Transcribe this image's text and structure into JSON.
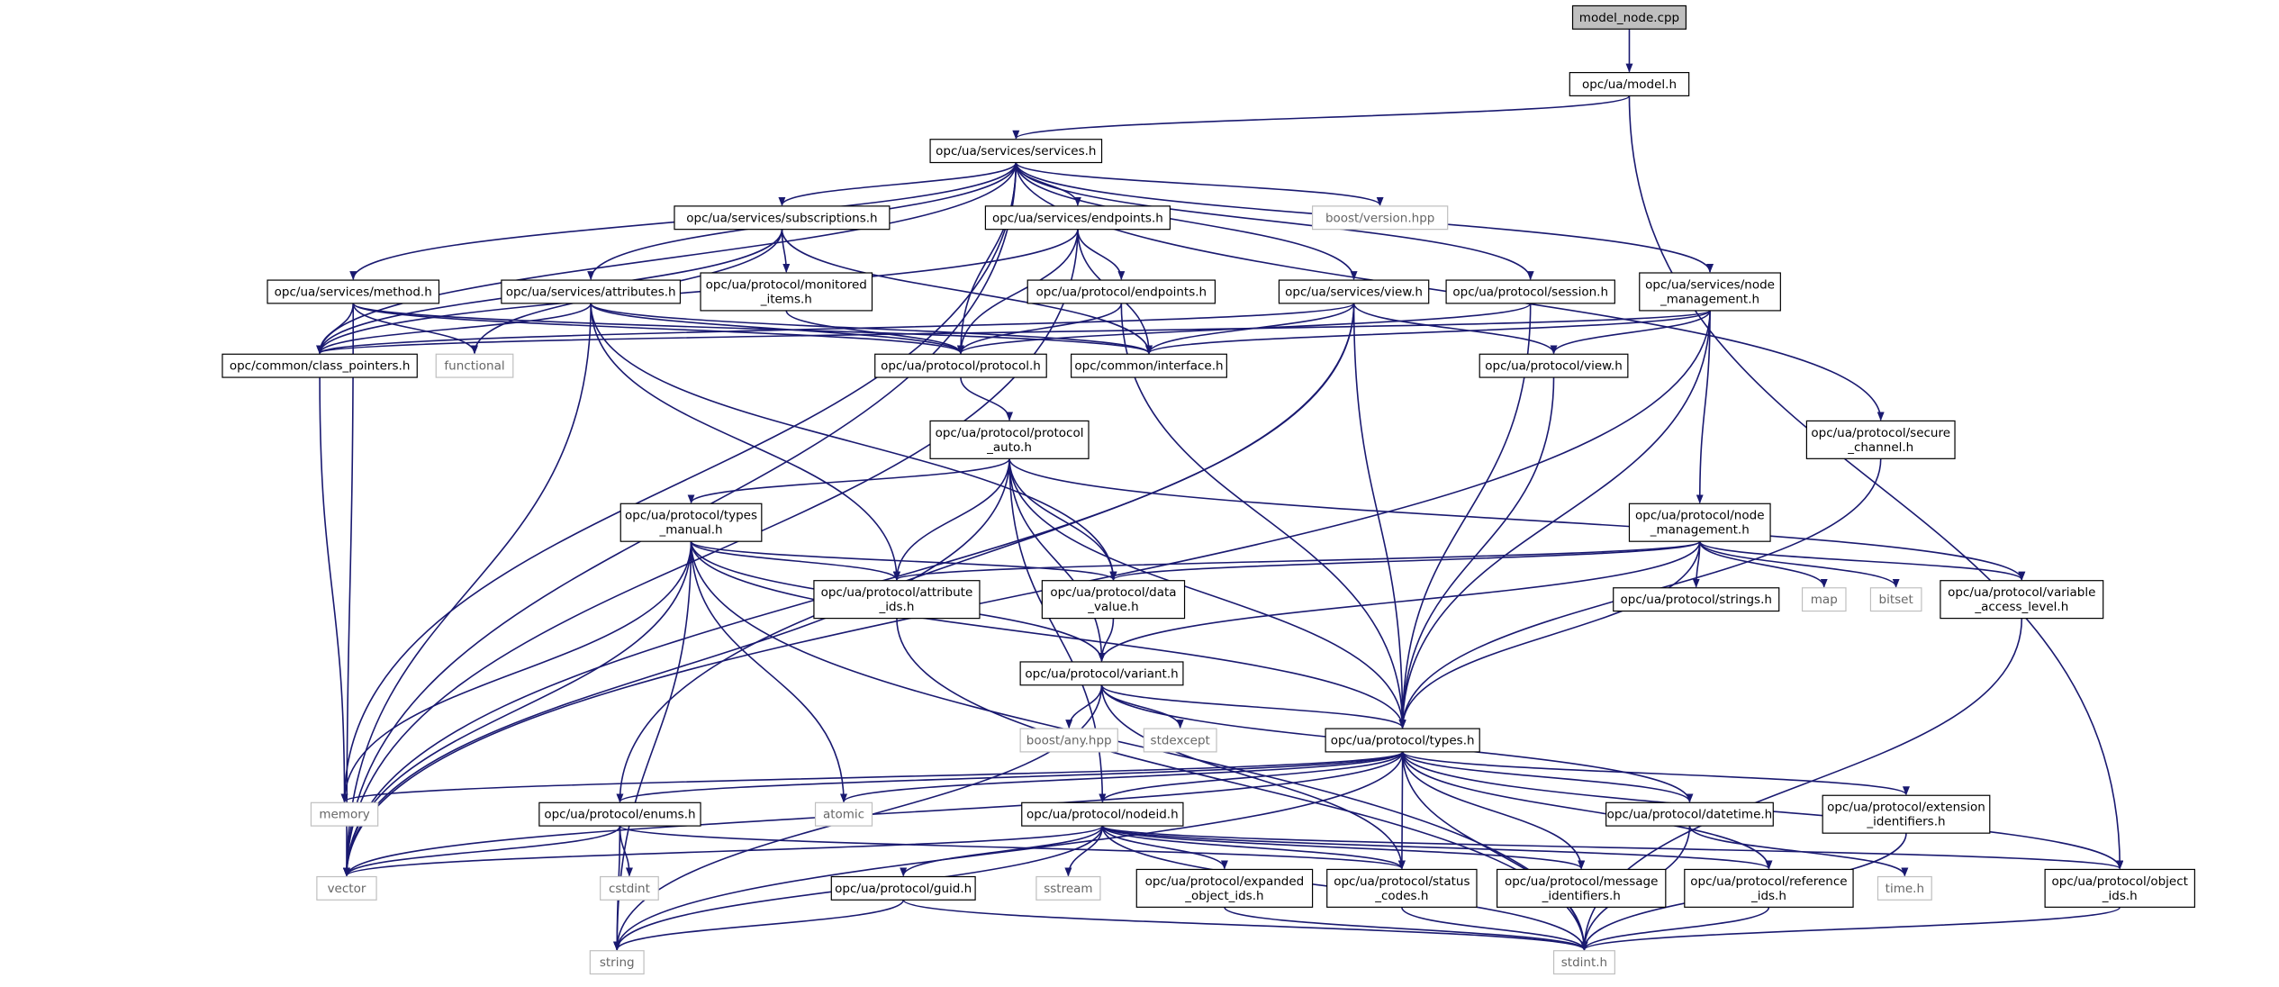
{
  "graph": {
    "root": "model_node.cpp",
    "colors": {
      "edge": "#191970",
      "node_border": "#000000",
      "root_fill": "#bfbfbf",
      "system_border": "#bfbfbf",
      "system_text": "#666666",
      "background": "#ffffff"
    },
    "nodes": [
      {
        "id": "model_node_cpp",
        "lines": [
          "model_node.cpp"
        ],
        "kind": "root"
      },
      {
        "id": "model_h",
        "lines": [
          "opc/ua/model.h"
        ],
        "kind": "header"
      },
      {
        "id": "services_h",
        "lines": [
          "opc/ua/services/services.h"
        ],
        "kind": "header"
      },
      {
        "id": "subscriptions_h",
        "lines": [
          "opc/ua/services/subscriptions.h"
        ],
        "kind": "header"
      },
      {
        "id": "endpoints_svc_h",
        "lines": [
          "opc/ua/services/endpoints.h"
        ],
        "kind": "header"
      },
      {
        "id": "boost_version",
        "lines": [
          "boost/version.hpp"
        ],
        "kind": "system"
      },
      {
        "id": "method_h",
        "lines": [
          "opc/ua/services/method.h"
        ],
        "kind": "header"
      },
      {
        "id": "attributes_svc_h",
        "lines": [
          "opc/ua/services/attributes.h"
        ],
        "kind": "header"
      },
      {
        "id": "monitored_items_h",
        "lines": [
          "opc/ua/protocol/monitored",
          "_items.h"
        ],
        "kind": "header"
      },
      {
        "id": "endpoints_proto_h",
        "lines": [
          "opc/ua/protocol/endpoints.h"
        ],
        "kind": "header"
      },
      {
        "id": "view_svc_h",
        "lines": [
          "opc/ua/services/view.h"
        ],
        "kind": "header"
      },
      {
        "id": "session_h",
        "lines": [
          "opc/ua/protocol/session.h"
        ],
        "kind": "header"
      },
      {
        "id": "node_mgmt_svc_h",
        "lines": [
          "opc/ua/services/node",
          "_management.h"
        ],
        "kind": "header"
      },
      {
        "id": "class_pointers_h",
        "lines": [
          "opc/common/class_pointers.h"
        ],
        "kind": "header"
      },
      {
        "id": "functional",
        "lines": [
          "functional"
        ],
        "kind": "system"
      },
      {
        "id": "protocol_h",
        "lines": [
          "opc/ua/protocol/protocol.h"
        ],
        "kind": "header"
      },
      {
        "id": "interface_h",
        "lines": [
          "opc/common/interface.h"
        ],
        "kind": "header"
      },
      {
        "id": "view_proto_h",
        "lines": [
          "opc/ua/protocol/view.h"
        ],
        "kind": "header"
      },
      {
        "id": "secure_channel_h",
        "lines": [
          "opc/ua/protocol/secure",
          "_channel.h"
        ],
        "kind": "header"
      },
      {
        "id": "protocol_auto_h",
        "lines": [
          "opc/ua/protocol/protocol",
          "_auto.h"
        ],
        "kind": "header"
      },
      {
        "id": "types_manual_h",
        "lines": [
          "opc/ua/protocol/types",
          "_manual.h"
        ],
        "kind": "header"
      },
      {
        "id": "node_mgmt_proto_h",
        "lines": [
          "opc/ua/protocol/node",
          "_management.h"
        ],
        "kind": "header"
      },
      {
        "id": "attribute_ids_h",
        "lines": [
          "opc/ua/protocol/attribute",
          "_ids.h"
        ],
        "kind": "header"
      },
      {
        "id": "data_value_h",
        "lines": [
          "opc/ua/protocol/data",
          "_value.h"
        ],
        "kind": "header"
      },
      {
        "id": "strings_h",
        "lines": [
          "opc/ua/protocol/strings.h"
        ],
        "kind": "header"
      },
      {
        "id": "map",
        "lines": [
          "map"
        ],
        "kind": "system"
      },
      {
        "id": "bitset",
        "lines": [
          "bitset"
        ],
        "kind": "system"
      },
      {
        "id": "variable_access_level_h",
        "lines": [
          "opc/ua/protocol/variable",
          "_access_level.h"
        ],
        "kind": "header"
      },
      {
        "id": "variant_h",
        "lines": [
          "opc/ua/protocol/variant.h"
        ],
        "kind": "header"
      },
      {
        "id": "boost_any",
        "lines": [
          "boost/any.hpp"
        ],
        "kind": "system"
      },
      {
        "id": "stdexcept",
        "lines": [
          "stdexcept"
        ],
        "kind": "system"
      },
      {
        "id": "types_h",
        "lines": [
          "opc/ua/protocol/types.h"
        ],
        "kind": "header"
      },
      {
        "id": "memory",
        "lines": [
          "memory"
        ],
        "kind": "system"
      },
      {
        "id": "enums_h",
        "lines": [
          "opc/ua/protocol/enums.h"
        ],
        "kind": "header"
      },
      {
        "id": "atomic",
        "lines": [
          "atomic"
        ],
        "kind": "system"
      },
      {
        "id": "nodeid_h",
        "lines": [
          "opc/ua/protocol/nodeid.h"
        ],
        "kind": "header"
      },
      {
        "id": "datetime_h",
        "lines": [
          "opc/ua/protocol/datetime.h"
        ],
        "kind": "header"
      },
      {
        "id": "extension_identifiers_h",
        "lines": [
          "opc/ua/protocol/extension",
          "_identifiers.h"
        ],
        "kind": "header"
      },
      {
        "id": "vector",
        "lines": [
          "vector"
        ],
        "kind": "system"
      },
      {
        "id": "cstdint",
        "lines": [
          "cstdint"
        ],
        "kind": "system"
      },
      {
        "id": "guid_h",
        "lines": [
          "opc/ua/protocol/guid.h"
        ],
        "kind": "header"
      },
      {
        "id": "sstream",
        "lines": [
          "sstream"
        ],
        "kind": "system"
      },
      {
        "id": "expanded_object_ids_h",
        "lines": [
          "opc/ua/protocol/expanded",
          "_object_ids.h"
        ],
        "kind": "header"
      },
      {
        "id": "status_codes_h",
        "lines": [
          "opc/ua/protocol/status",
          "_codes.h"
        ],
        "kind": "header"
      },
      {
        "id": "message_identifiers_h",
        "lines": [
          "opc/ua/protocol/message",
          "_identifiers.h"
        ],
        "kind": "header"
      },
      {
        "id": "reference_ids_h",
        "lines": [
          "opc/ua/protocol/reference",
          "_ids.h"
        ],
        "kind": "header"
      },
      {
        "id": "time_h",
        "lines": [
          "time.h"
        ],
        "kind": "system"
      },
      {
        "id": "object_ids_h",
        "lines": [
          "opc/ua/protocol/object",
          "_ids.h"
        ],
        "kind": "header"
      },
      {
        "id": "string",
        "lines": [
          "string"
        ],
        "kind": "system"
      },
      {
        "id": "stdint_h",
        "lines": [
          "stdint.h"
        ],
        "kind": "system"
      }
    ],
    "edges": [
      [
        "model_node_cpp",
        "model_h"
      ],
      [
        "model_h",
        "services_h"
      ],
      [
        "model_h",
        "object_ids_h"
      ],
      [
        "services_h",
        "subscriptions_h"
      ],
      [
        "services_h",
        "endpoints_svc_h"
      ],
      [
        "services_h",
        "boost_version"
      ],
      [
        "services_h",
        "method_h"
      ],
      [
        "services_h",
        "attributes_svc_h"
      ],
      [
        "services_h",
        "view_svc_h"
      ],
      [
        "services_h",
        "session_h"
      ],
      [
        "services_h",
        "node_mgmt_svc_h"
      ],
      [
        "services_h",
        "secure_channel_h"
      ],
      [
        "services_h",
        "class_pointers_h"
      ],
      [
        "services_h",
        "protocol_h"
      ],
      [
        "services_h",
        "memory"
      ],
      [
        "services_h",
        "vector"
      ],
      [
        "subscriptions_h",
        "monitored_items_h"
      ],
      [
        "subscriptions_h",
        "class_pointers_h"
      ],
      [
        "subscriptions_h",
        "functional"
      ],
      [
        "subscriptions_h",
        "interface_h"
      ],
      [
        "endpoints_svc_h",
        "endpoints_proto_h"
      ],
      [
        "endpoints_svc_h",
        "protocol_h"
      ],
      [
        "endpoints_svc_h",
        "interface_h"
      ],
      [
        "endpoints_svc_h",
        "class_pointers_h"
      ],
      [
        "endpoints_svc_h",
        "vector"
      ],
      [
        "method_h",
        "class_pointers_h"
      ],
      [
        "method_h",
        "functional"
      ],
      [
        "method_h",
        "protocol_h"
      ],
      [
        "method_h",
        "interface_h"
      ],
      [
        "method_h",
        "vector"
      ],
      [
        "attributes_svc_h",
        "class_pointers_h"
      ],
      [
        "attributes_svc_h",
        "protocol_h"
      ],
      [
        "attributes_svc_h",
        "interface_h"
      ],
      [
        "attributes_svc_h",
        "attribute_ids_h"
      ],
      [
        "attributes_svc_h",
        "data_value_h"
      ],
      [
        "attributes_svc_h",
        "vector"
      ],
      [
        "monitored_items_h",
        "protocol_h"
      ],
      [
        "endpoints_proto_h",
        "protocol_h"
      ],
      [
        "endpoints_proto_h",
        "types_h"
      ],
      [
        "view_svc_h",
        "class_pointers_h"
      ],
      [
        "view_svc_h",
        "interface_h"
      ],
      [
        "view_svc_h",
        "view_proto_h"
      ],
      [
        "view_svc_h",
        "types_h"
      ],
      [
        "view_svc_h",
        "enums_h"
      ],
      [
        "view_svc_h",
        "vector"
      ],
      [
        "session_h",
        "protocol_h"
      ],
      [
        "session_h",
        "types_h"
      ],
      [
        "node_mgmt_svc_h",
        "class_pointers_h"
      ],
      [
        "node_mgmt_svc_h",
        "interface_h"
      ],
      [
        "node_mgmt_svc_h",
        "view_proto_h"
      ],
      [
        "node_mgmt_svc_h",
        "node_mgmt_proto_h"
      ],
      [
        "node_mgmt_svc_h",
        "types_h"
      ],
      [
        "node_mgmt_svc_h",
        "vector"
      ],
      [
        "class_pointers_h",
        "memory"
      ],
      [
        "protocol_h",
        "protocol_auto_h"
      ],
      [
        "view_proto_h",
        "types_h"
      ],
      [
        "secure_channel_h",
        "types_h"
      ],
      [
        "protocol_auto_h",
        "types_manual_h"
      ],
      [
        "protocol_auto_h",
        "attribute_ids_h"
      ],
      [
        "protocol_auto_h",
        "data_value_h"
      ],
      [
        "protocol_auto_h",
        "variant_h"
      ],
      [
        "protocol_auto_h",
        "types_h"
      ],
      [
        "protocol_auto_h",
        "variable_access_level_h"
      ],
      [
        "protocol_auto_h",
        "nodeid_h"
      ],
      [
        "protocol_auto_h",
        "vector"
      ],
      [
        "types_manual_h",
        "attribute_ids_h"
      ],
      [
        "types_manual_h",
        "data_value_h"
      ],
      [
        "types_manual_h",
        "variant_h"
      ],
      [
        "types_manual_h",
        "types_h"
      ],
      [
        "types_manual_h",
        "memory"
      ],
      [
        "types_manual_h",
        "atomic"
      ],
      [
        "types_manual_h",
        "vector"
      ],
      [
        "types_manual_h",
        "string"
      ],
      [
        "types_manual_h",
        "stdint_h"
      ],
      [
        "node_mgmt_proto_h",
        "attribute_ids_h"
      ],
      [
        "node_mgmt_proto_h",
        "data_value_h"
      ],
      [
        "node_mgmt_proto_h",
        "strings_h"
      ],
      [
        "node_mgmt_proto_h",
        "map"
      ],
      [
        "node_mgmt_proto_h",
        "bitset"
      ],
      [
        "node_mgmt_proto_h",
        "variable_access_level_h"
      ],
      [
        "node_mgmt_proto_h",
        "variant_h"
      ],
      [
        "node_mgmt_proto_h",
        "types_h"
      ],
      [
        "attribute_ids_h",
        "stdint_h"
      ],
      [
        "data_value_h",
        "variant_h"
      ],
      [
        "variable_access_level_h",
        "stdint_h"
      ],
      [
        "variant_h",
        "boost_any"
      ],
      [
        "variant_h",
        "stdexcept"
      ],
      [
        "variant_h",
        "types_h"
      ],
      [
        "variant_h",
        "datetime_h"
      ],
      [
        "variant_h",
        "status_codes_h"
      ],
      [
        "variant_h",
        "string"
      ],
      [
        "types_h",
        "memory"
      ],
      [
        "types_h",
        "enums_h"
      ],
      [
        "types_h",
        "atomic"
      ],
      [
        "types_h",
        "nodeid_h"
      ],
      [
        "types_h",
        "datetime_h"
      ],
      [
        "types_h",
        "extension_identifiers_h"
      ],
      [
        "types_h",
        "status_codes_h"
      ],
      [
        "types_h",
        "message_identifiers_h"
      ],
      [
        "types_h",
        "reference_ids_h"
      ],
      [
        "types_h",
        "object_ids_h"
      ],
      [
        "types_h",
        "vector"
      ],
      [
        "types_h",
        "string"
      ],
      [
        "types_h",
        "stdint_h"
      ],
      [
        "enums_h",
        "vector"
      ],
      [
        "enums_h",
        "cstdint"
      ],
      [
        "enums_h",
        "string"
      ],
      [
        "enums_h",
        "status_codes_h"
      ],
      [
        "nodeid_h",
        "vector"
      ],
      [
        "nodeid_h",
        "guid_h"
      ],
      [
        "nodeid_h",
        "sstream"
      ],
      [
        "nodeid_h",
        "expanded_object_ids_h"
      ],
      [
        "nodeid_h",
        "status_codes_h"
      ],
      [
        "nodeid_h",
        "message_identifiers_h"
      ],
      [
        "nodeid_h",
        "reference_ids_h"
      ],
      [
        "nodeid_h",
        "object_ids_h"
      ],
      [
        "nodeid_h",
        "string"
      ],
      [
        "nodeid_h",
        "stdint_h"
      ],
      [
        "datetime_h",
        "time_h"
      ],
      [
        "datetime_h",
        "stdint_h"
      ],
      [
        "extension_identifiers_h",
        "stdint_h"
      ],
      [
        "guid_h",
        "string"
      ],
      [
        "guid_h",
        "stdint_h"
      ],
      [
        "expanded_object_ids_h",
        "stdint_h"
      ],
      [
        "status_codes_h",
        "stdint_h"
      ],
      [
        "reference_ids_h",
        "stdint_h"
      ],
      [
        "object_ids_h",
        "stdint_h"
      ]
    ]
  }
}
